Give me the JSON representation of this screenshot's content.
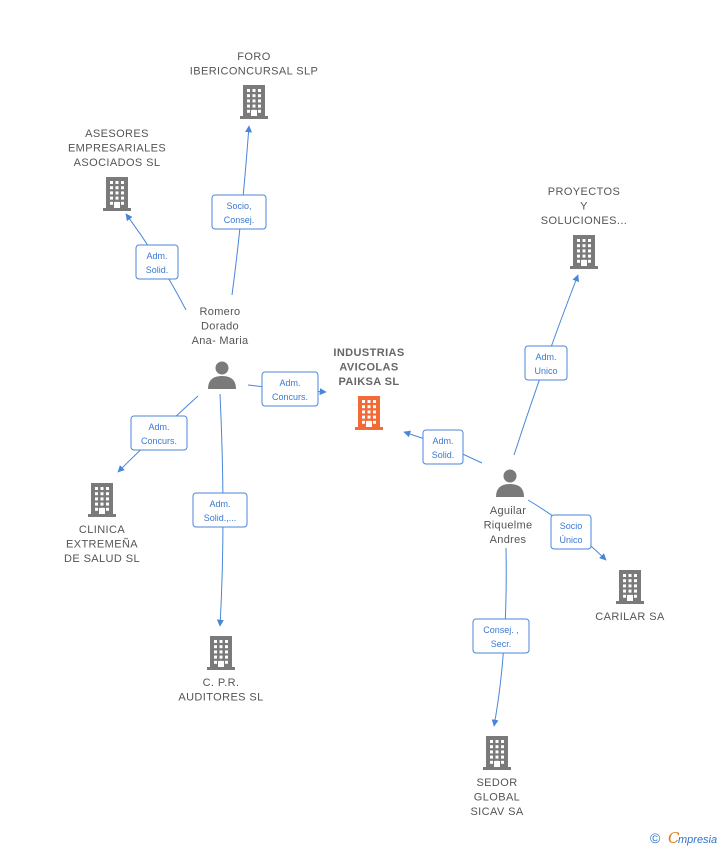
{
  "companies": {
    "main": {
      "lines": [
        "INDUSTRIAS",
        "AVICOLAS",
        "PAIKSA SL"
      ],
      "color": "#f26a35"
    },
    "foro": {
      "lines": [
        "FORO",
        "IBERICONCURSAL SLP"
      ]
    },
    "asesores": {
      "lines": [
        "ASESORES",
        "EMPRESARIALES",
        "ASOCIADOS SL"
      ]
    },
    "proyectos": {
      "lines": [
        "PROYECTOS",
        "Y",
        "SOLUCIONES..."
      ]
    },
    "clinica": {
      "lines": [
        "CLINICA",
        "EXTREMEÑA",
        "DE SALUD  SL"
      ]
    },
    "cpr": {
      "lines": [
        "C. P.R.",
        "AUDITORES SL"
      ]
    },
    "carilar": {
      "lines": [
        "CARILAR SA"
      ]
    },
    "sedor": {
      "lines": [
        "SEDOR",
        "GLOBAL",
        "SICAV SA"
      ]
    }
  },
  "people": {
    "romero": {
      "lines": [
        "Romero",
        "Dorado",
        "Ana-  Maria"
      ]
    },
    "aguilar": {
      "lines": [
        "Aguilar",
        "Riquelme",
        "Andres"
      ]
    }
  },
  "edges": {
    "romero_foro": {
      "lines": [
        "Socio,",
        "Consej."
      ]
    },
    "romero_asesores": {
      "lines": [
        "Adm.",
        "Solid."
      ]
    },
    "romero_main": {
      "lines": [
        "Adm.",
        "Concurs."
      ]
    },
    "romero_clinica": {
      "lines": [
        "Adm.",
        "Concurs."
      ]
    },
    "romero_cpr": {
      "lines": [
        "Adm.",
        "Solid.,..."
      ]
    },
    "aguilar_main": {
      "lines": [
        "Adm.",
        "Solid."
      ]
    },
    "aguilar_proyectos": {
      "lines": [
        "Adm.",
        "Unico"
      ]
    },
    "aguilar_carilar": {
      "lines": [
        "Socio",
        "Único"
      ]
    },
    "aguilar_sedor": {
      "lines": [
        "Consej. ,",
        "Secr."
      ]
    }
  },
  "colors": {
    "building": "#7a7a7a",
    "person": "#7a7a7a",
    "edge": "#4a86d8",
    "highlight": "#f26a35"
  },
  "icons": {
    "company": "building-icon",
    "person": "person-icon"
  },
  "footer": {
    "copyright": "©",
    "brand_initial": "C",
    "brand_rest": "mpresia"
  }
}
